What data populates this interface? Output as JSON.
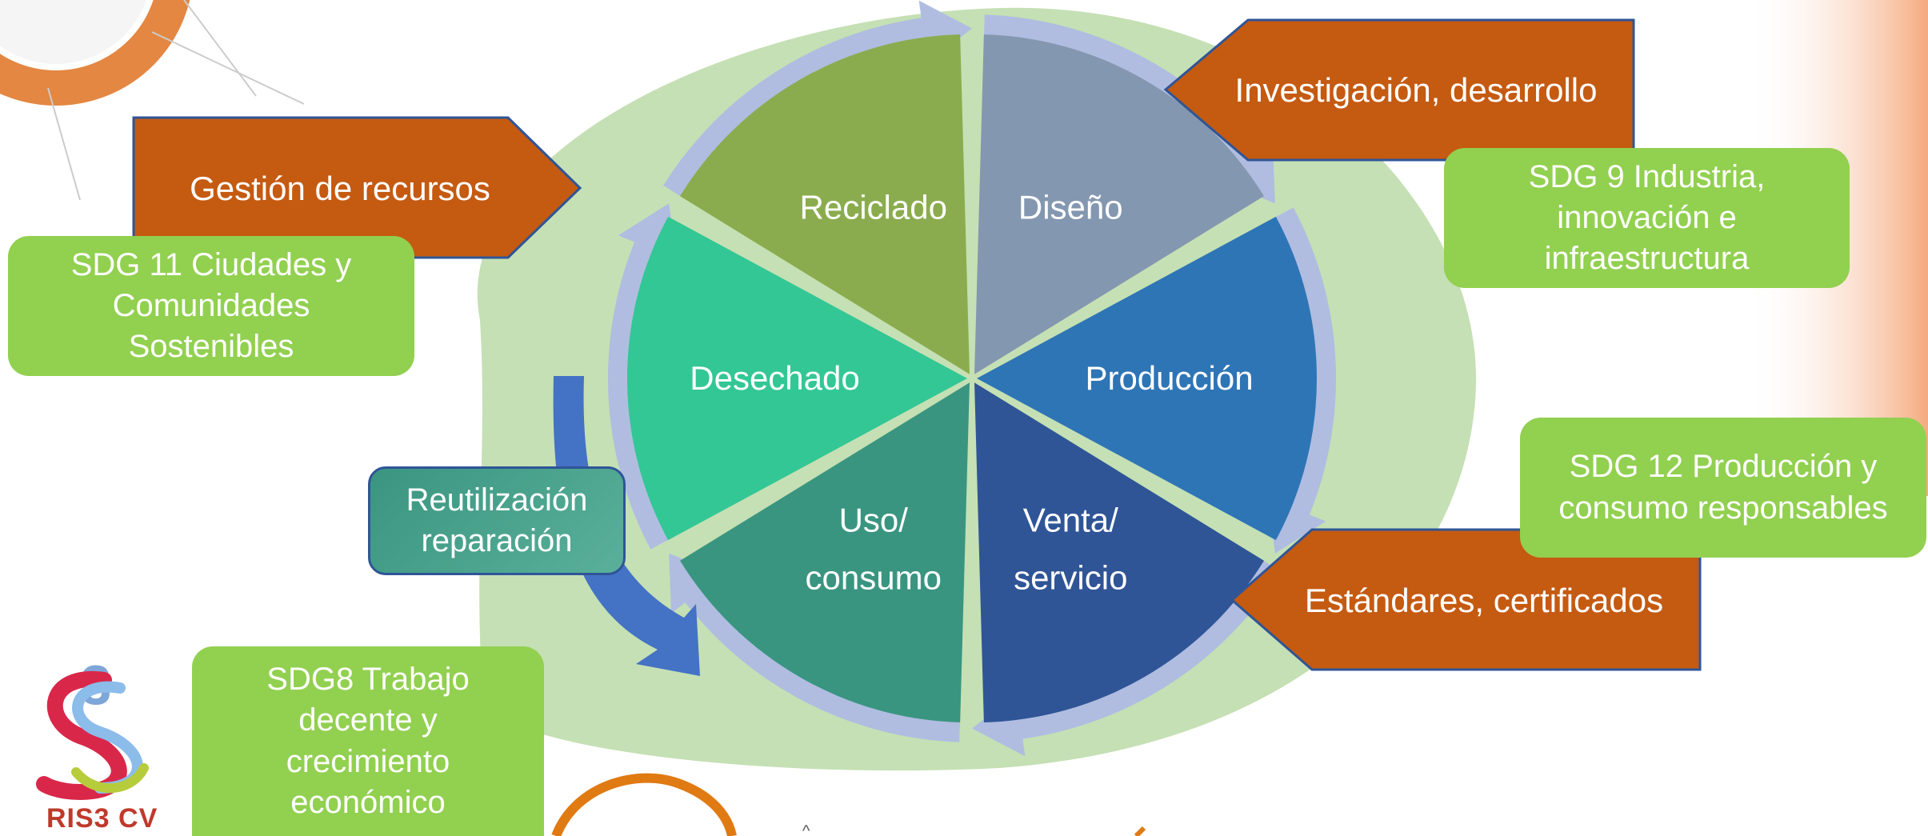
{
  "colors": {
    "blob": "#c5e0b4",
    "ring_arrow": "#b0bde0",
    "callout_orange": "#c55a11",
    "callout_border": "#2f5597",
    "sdg_green": "#92d050",
    "reuse_arrow": "#4472c4"
  },
  "cycle": {
    "stages": [
      {
        "id": "diseno",
        "label": "Diseño",
        "color": "#8497b0"
      },
      {
        "id": "produccion",
        "label": "Producción",
        "color": "#2e75b6"
      },
      {
        "id": "venta",
        "label": "Venta/ servicio",
        "color": "#2f5597"
      },
      {
        "id": "uso",
        "label": "Uso/ consumo",
        "color": "#3a9580"
      },
      {
        "id": "desechado",
        "label": "Desechado",
        "color": "#33c795"
      },
      {
        "id": "reciclado",
        "label": "Reciclado",
        "color": "#8bac4e"
      }
    ]
  },
  "callouts": {
    "investigacion": "Investigación, desarrollo",
    "gestion": "Gestión de recursos",
    "estandares": "Estándares, certificados"
  },
  "sdg": {
    "sdg11": [
      "SDG 11  Ciudades y",
      "Comunidades",
      "Sostenibles"
    ],
    "sdg9": [
      "SDG 9 Industria,",
      "innovación e",
      "infraestructura"
    ],
    "sdg12": [
      "SDG 12 Producción y",
      "consumo responsables"
    ],
    "sdg8": [
      "SDG8 Trabajo",
      "decente y",
      "crecimiento",
      "económico"
    ]
  },
  "reuse": [
    "Reutilización",
    "reparación"
  ],
  "logo": {
    "text": "RIS3 CV"
  }
}
